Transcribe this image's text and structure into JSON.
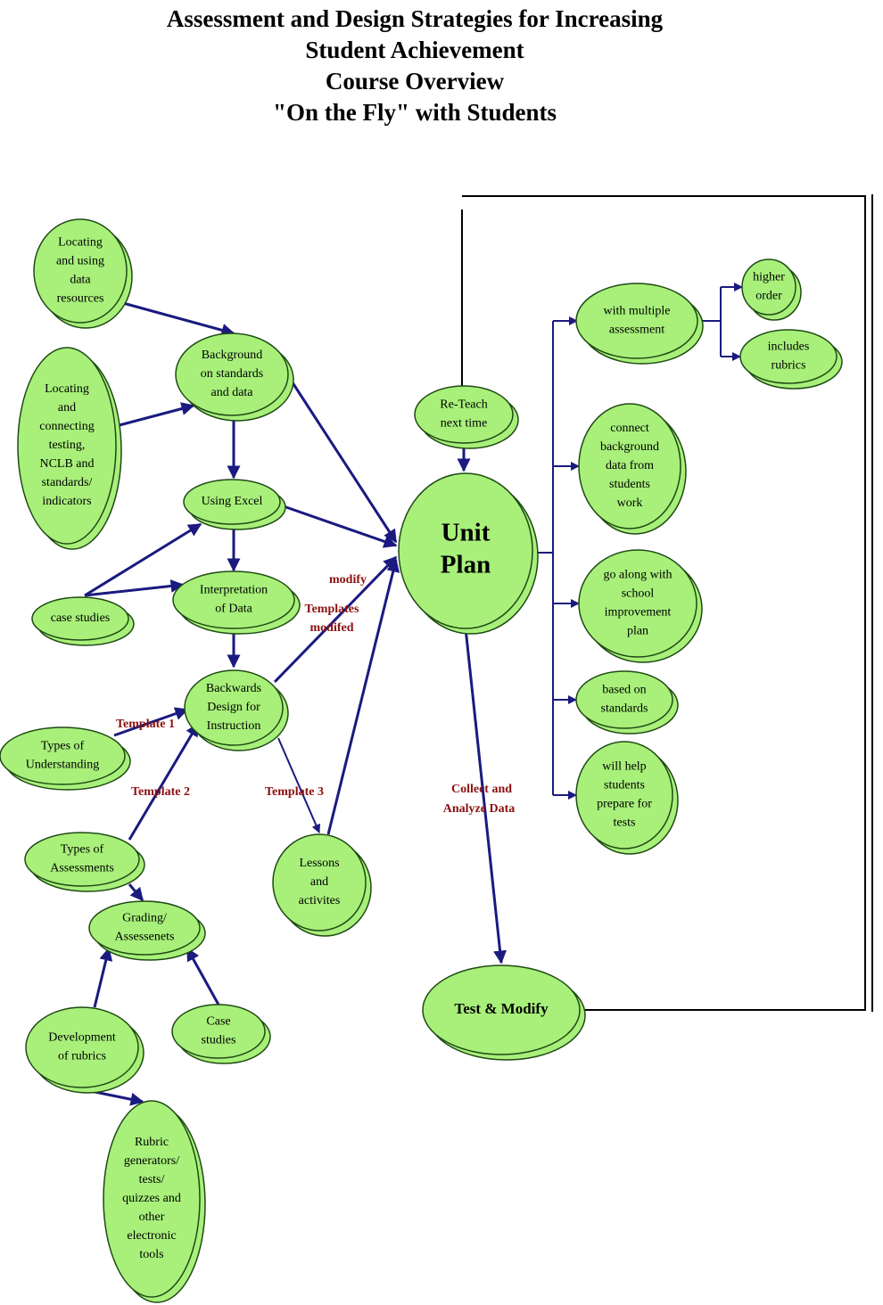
{
  "title": {
    "line1": "Assessment and Design Strategies for Increasing",
    "line2": "Student Achievement",
    "line3": "Course Overview",
    "line4": "\"On the Fly\" with Students"
  },
  "nodes": {
    "locating_data": [
      "Locating",
      "and using",
      "data",
      "resources"
    ],
    "locating_testing": [
      "Locating",
      "and",
      "connecting",
      "testing,",
      "NCLB and",
      "standards/",
      "indicators"
    ],
    "background": [
      "Background",
      "on standards",
      "and data"
    ],
    "using_excel": [
      "Using Excel"
    ],
    "case_studies_1": [
      "case studies"
    ],
    "interpretation": [
      "Interpretation",
      "of Data"
    ],
    "backwards_design": [
      "Backwards",
      "Design for",
      "Instruction"
    ],
    "types_understanding": [
      "Types of",
      "Understanding"
    ],
    "types_assessments": [
      "Types of",
      "Assessments"
    ],
    "grading": [
      "Grading/",
      "Assessenets"
    ],
    "development_rubrics": [
      "Development",
      "of rubrics"
    ],
    "case_studies_2": [
      "Case",
      "studies"
    ],
    "rubric_generators": [
      "Rubric",
      "generators/",
      "tests/",
      "quizzes and",
      "other",
      "electronic",
      "tools"
    ],
    "lessons": [
      "Lessons",
      "and",
      "activites"
    ],
    "retech": [
      "Re-Teach",
      "next time"
    ],
    "unit_plan": [
      "Unit",
      "Plan"
    ],
    "test_modify": [
      "Test & Modify"
    ],
    "multiple_assessment": [
      "with multiple",
      "assessment"
    ],
    "higher_order": [
      "higher",
      "order"
    ],
    "includes_rubrics": [
      "includes",
      "rubrics"
    ],
    "connect_background": [
      "connect",
      "background",
      "data from",
      "students",
      "work"
    ],
    "school_improvement": [
      "go along with",
      "school",
      "improvement",
      "plan"
    ],
    "based_standards": [
      "based on",
      "standards"
    ],
    "prepare_tests": [
      "will help",
      "students",
      "prepare for",
      "tests"
    ]
  },
  "edge_labels": {
    "modify": "modify",
    "templates_modified_1": "Templates",
    "templates_modified_2": "modifed",
    "template1": "Template 1",
    "template2": "Template 2",
    "template3": "Template 3",
    "collect_1": "Collect and",
    "collect_2": "Analyze Data"
  },
  "colors": {
    "node_fill": "#a8f07a",
    "arrow": "#1a1a80",
    "label": "#8b1010"
  }
}
